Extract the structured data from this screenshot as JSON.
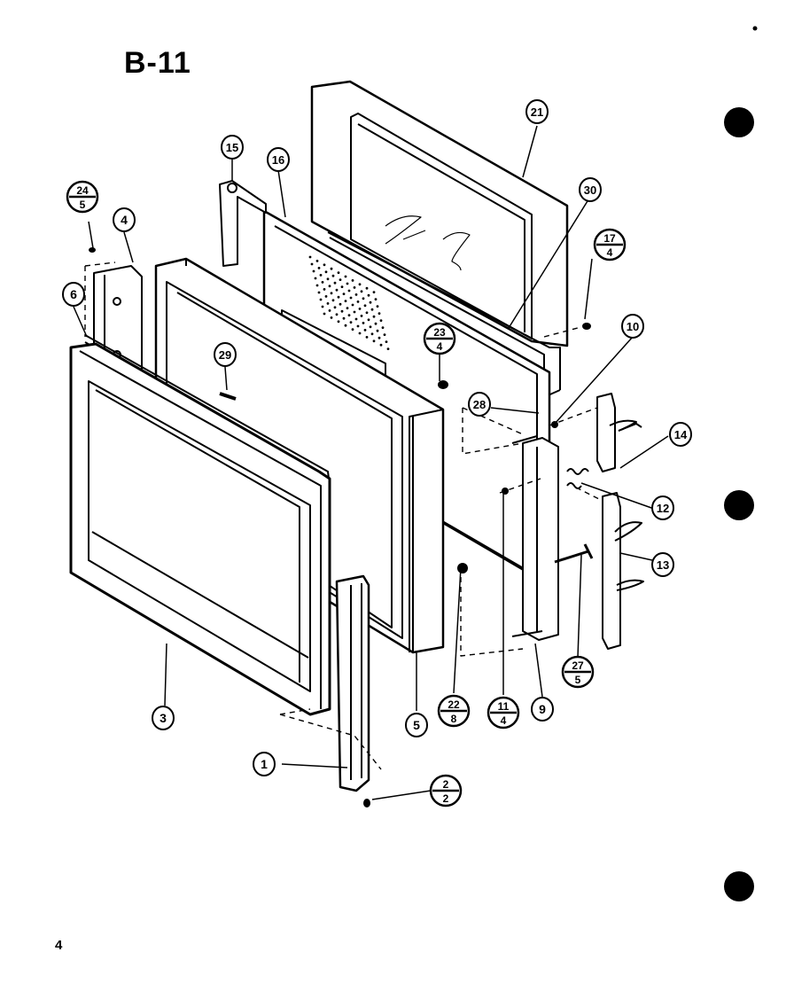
{
  "title": "B-11",
  "page_number": "4",
  "callouts": [
    {
      "label": "21"
    },
    {
      "label": "30"
    },
    {
      "label": "15"
    },
    {
      "label": "16"
    },
    {
      "label": "4"
    },
    {
      "label": "6"
    },
    {
      "label": "29"
    },
    {
      "label": "10"
    },
    {
      "label": "28"
    },
    {
      "label": "14"
    },
    {
      "label": "12"
    },
    {
      "label": "13"
    },
    {
      "label": "3"
    },
    {
      "label": "5"
    },
    {
      "label": "9"
    },
    {
      "label": "1"
    }
  ],
  "fraction_callouts": [
    {
      "top": "24",
      "bottom": "5"
    },
    {
      "top": "17",
      "bottom": "4"
    },
    {
      "top": "23",
      "bottom": "4"
    },
    {
      "top": "27",
      "bottom": "5"
    },
    {
      "top": "22",
      "bottom": "8"
    },
    {
      "top": "11",
      "bottom": "4"
    },
    {
      "top": "2",
      "bottom": "2"
    }
  ]
}
